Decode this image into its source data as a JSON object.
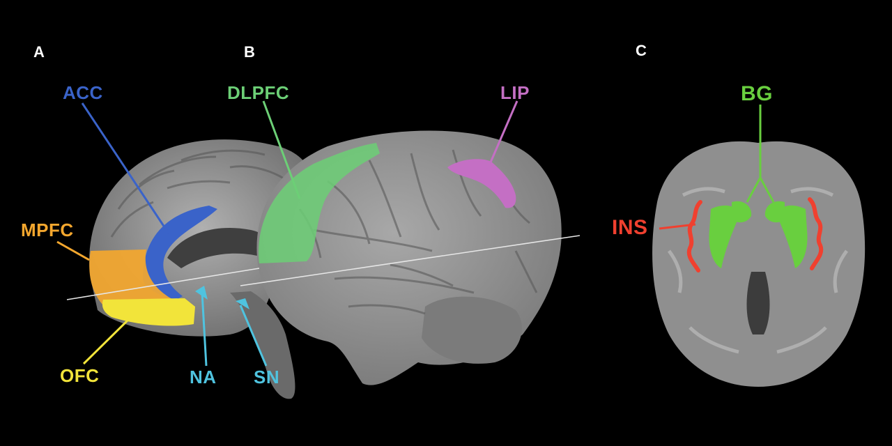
{
  "panels": {
    "a": {
      "letter": "A"
    },
    "b": {
      "letter": "B"
    },
    "c": {
      "letter": "C"
    }
  },
  "regions": {
    "acc": {
      "label": "ACC",
      "color": "#3a63c9"
    },
    "dlpfc": {
      "label": "DLPFC",
      "color": "#6ccf76"
    },
    "lip": {
      "label": "LIP",
      "color": "#c46fc4"
    },
    "mpfc": {
      "label": "MPFC",
      "color": "#f4a72e"
    },
    "ofc": {
      "label": "OFC",
      "color": "#f2e43a"
    },
    "na": {
      "label": "NA",
      "color": "#4fc3df"
    },
    "sn": {
      "label": "SN",
      "color": "#4fc3df"
    },
    "bg": {
      "label": "BG",
      "color": "#69cf3f"
    },
    "ins": {
      "label": "INS",
      "color": "#f0402f"
    }
  },
  "colors": {
    "background": "#000000",
    "brain_gray": "#8c8c8c",
    "slice_line": "#e6e6e6"
  }
}
